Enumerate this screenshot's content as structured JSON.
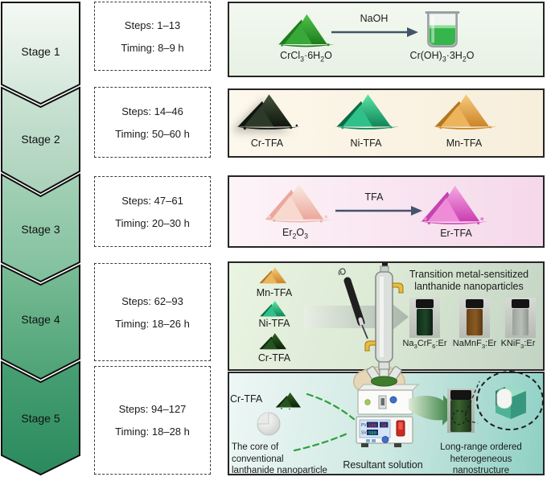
{
  "stages": [
    {
      "label": "Stage 1",
      "steps": "Steps: 1–13",
      "timing": "Timing: 8–9 h"
    },
    {
      "label": "Stage 2",
      "steps": "Steps: 14–46",
      "timing": "Timing: 50–60 h"
    },
    {
      "label": "Stage 3",
      "steps": "Steps: 47–61",
      "timing": "Timing: 20–30 h"
    },
    {
      "label": "Stage 4",
      "steps": "Steps: 62–93",
      "timing": "Timing: 18–26 h"
    },
    {
      "label": "Stage 5",
      "steps": "Steps: 94–127",
      "timing": "Timing: 18–28 h"
    }
  ],
  "panel1": {
    "reactant_html": "CrCl<sub>3</sub>·6H<sub>2</sub>O",
    "reagent": "NaOH",
    "product_html": "Cr(OH)<sub>3</sub>·3H<sub>2</sub>O"
  },
  "panel2": {
    "powders": [
      {
        "label": "Cr-TFA",
        "color": "#2b3a26"
      },
      {
        "label": "Ni-TFA",
        "color": "#2ecf8e"
      },
      {
        "label": "Mn-TFA",
        "color": "#e8a84c"
      }
    ]
  },
  "panel3": {
    "reactant_html": "Er<sub>2</sub>O<sub>3</sub>",
    "reagent": "TFA",
    "product": "Er-TFA"
  },
  "panel4": {
    "powders": [
      {
        "label": "Mn-TFA",
        "color": "#e8a84c"
      },
      {
        "label": "Ni-TFA",
        "color": "#2ecf8e"
      },
      {
        "label": "Cr-TFA",
        "color": "#1d4a1d"
      }
    ],
    "title_lines": [
      "Transition metal-sensitized",
      "lanthanide nanoparticles"
    ],
    "vials": [
      {
        "label_html": "Na<sub>3</sub>CrF<sub>6</sub>:Er",
        "liquid_color": "#12301c"
      },
      {
        "label_html": "NaMnF<sub>3</sub>:Er",
        "liquid_color": "#7d4d1d"
      },
      {
        "label_html": "KNiF<sub>3</sub>:Er",
        "liquid_color": "#a8aeaa"
      }
    ]
  },
  "panel5": {
    "powder_label": "Cr-TFA",
    "core_caption_lines": [
      "The core of",
      "conventional",
      "lanthanide nanoparticle"
    ],
    "heater_display": {
      "pv_label": "PV",
      "pv_value": "500",
      "sv_label": "SV",
      "sv_value": "500",
      "aux_value": "50"
    },
    "solution_caption": "Resultant solution",
    "result_caption_lines": [
      "Long-range ordered",
      "heterogeneous",
      "nanostructure"
    ]
  },
  "colors": {
    "stage1": "#e3efe6",
    "stage2": "#bcd9c6",
    "stage3": "#93c8aa",
    "stage4": "#64ad85",
    "stage5": "#3a9468",
    "panel2_bg": "#f9f1e0",
    "panel3_bg": "#f8e3ef",
    "panel4_bg": "#dcead6",
    "panel5_bg": "#9fd6ca",
    "arrow": "#44546a",
    "dash_green": "#2f9e3c"
  }
}
